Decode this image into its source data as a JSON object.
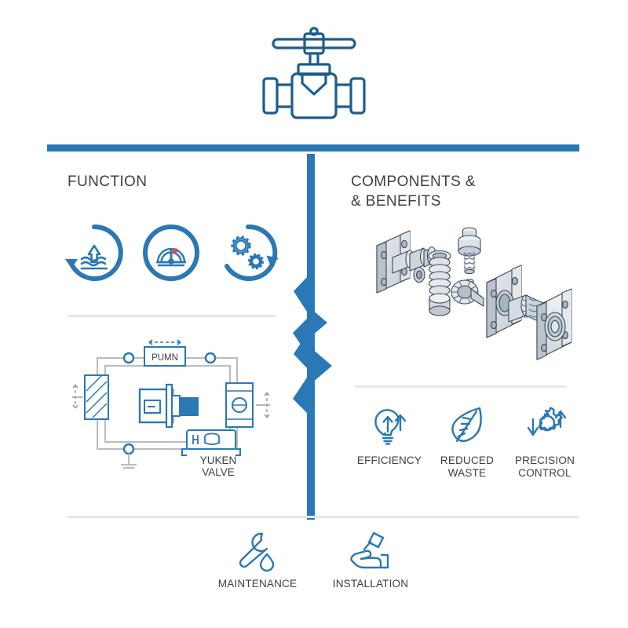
{
  "theme": {
    "accent_blue": "#2a78b5",
    "deep_blue": "#1c5d8f",
    "line_gray": "#e6e7e9",
    "text_gray": "#3c4145",
    "needle_red": "#e0483f",
    "background": "#ffffff"
  },
  "hero": {
    "icon": "gate-valve-icon",
    "label": "Gate Valve"
  },
  "sections": {
    "left": {
      "heading": "FUNCTION",
      "circle_icons": [
        {
          "name": "flow-level-icon",
          "label": "Flow Level"
        },
        {
          "name": "pressure-gauge-icon",
          "label": "Pressure Gauge"
        },
        {
          "name": "gears-cycle-icon",
          "label": "Gears Cycle"
        }
      ],
      "schematic": {
        "name": "hydraulic-circuit-diagram",
        "pump_label": "PUMN",
        "valve_label": "YUKEN\nVALVE"
      }
    },
    "right": {
      "heading": "COMPONENTS &\n& BENEFITS",
      "exploded_view": {
        "name": "exploded-valve-assembly",
        "label": "Exploded Valve Assembly"
      },
      "benefits": [
        {
          "icon": "lightbulb-arrow-up-icon",
          "label": "EFFICIENCY"
        },
        {
          "icon": "leaf-icon",
          "label": "REDUCED\nWASTE"
        },
        {
          "icon": "gear-arrows-icon",
          "label": "PRECISION\nCONTROL"
        }
      ]
    },
    "bottom": [
      {
        "icon": "wrench-droplet-icon",
        "label": "MAINTENANCE"
      },
      {
        "icon": "hand-tool-icon",
        "label": "INSTALLATION"
      }
    ]
  }
}
